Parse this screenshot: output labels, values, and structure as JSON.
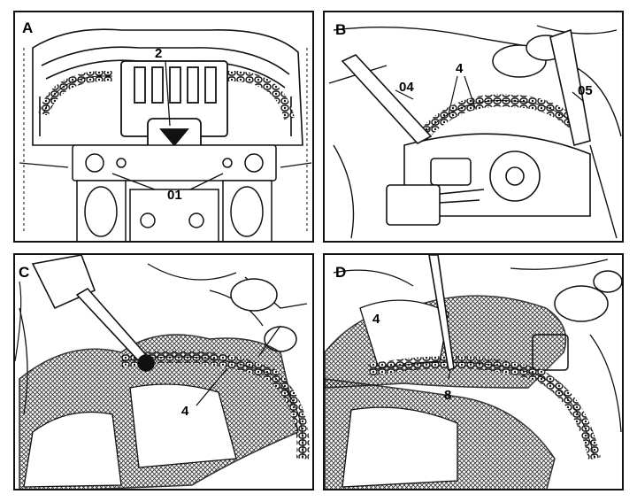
{
  "panels": [
    {
      "id": "A",
      "label": "A",
      "callouts": [
        "2",
        "01"
      ]
    },
    {
      "id": "B",
      "label": "B",
      "callouts": [
        "04",
        "4",
        "05"
      ]
    },
    {
      "id": "C",
      "label": "C",
      "callouts": [
        "4"
      ]
    },
    {
      "id": "D",
      "label": "D",
      "callouts": [
        "4",
        "8"
      ]
    }
  ],
  "colors": {
    "ink": "#111111",
    "paper": "#ffffff",
    "hatch": "#222222"
  }
}
